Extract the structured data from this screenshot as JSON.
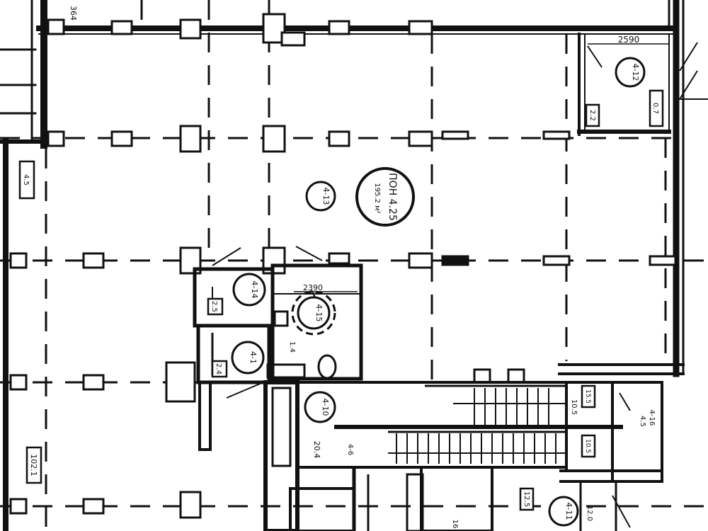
{
  "plan": {
    "dimensions": {
      "top_dim": "2590",
      "mid_dim": "2390",
      "top_left_fragment": "364"
    },
    "rooms": {
      "pon": {
        "label": "ПОН 4.25",
        "area": "195.2 м²"
      },
      "r413": {
        "tag": "4-13"
      },
      "r412": {
        "tag": "4-12",
        "area": "2.2",
        "side": "0.7"
      },
      "r414": {
        "tag": "4-14",
        "area": "2.5"
      },
      "r415": {
        "tag": "4-15",
        "area": "1.4"
      },
      "r41": {
        "tag": "4-1",
        "area": "2.4"
      },
      "r410": {
        "tag": "4-10",
        "area": "20.4"
      },
      "r411": {
        "tag": "4-11",
        "area": "12.0"
      },
      "left_small": {
        "area": "4.5"
      },
      "left_big": {
        "area": "102.1"
      },
      "right_room": {
        "area": "4.5"
      },
      "right_door_label": "4-16"
    },
    "stair_notes": [
      "10.5",
      "15.5",
      "10.5"
    ],
    "bottom_labels": [
      "12.5",
      "16"
    ],
    "bottom_fragment": "4-6"
  }
}
